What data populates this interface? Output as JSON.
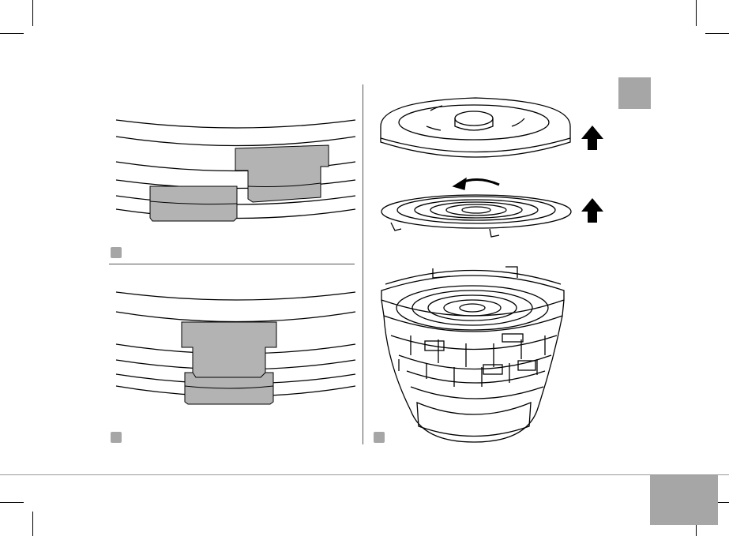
{
  "page": {
    "section_tab_color": "#a6a6a6",
    "page_number_box_color": "#a6a6a6",
    "line_color": "#000000",
    "fill_gray": "#b3b3b3",
    "panel_label_color": "#a0a0a0"
  },
  "figures": [
    {
      "name": "lid-alignment-misaligned",
      "icon": "misaligned-tabs-illustration"
    },
    {
      "name": "lid-alignment-aligned",
      "icon": "aligned-tabs-illustration"
    },
    {
      "name": "dehydrator-disassembly",
      "icon": "exploded-dehydrator-illustration"
    }
  ]
}
